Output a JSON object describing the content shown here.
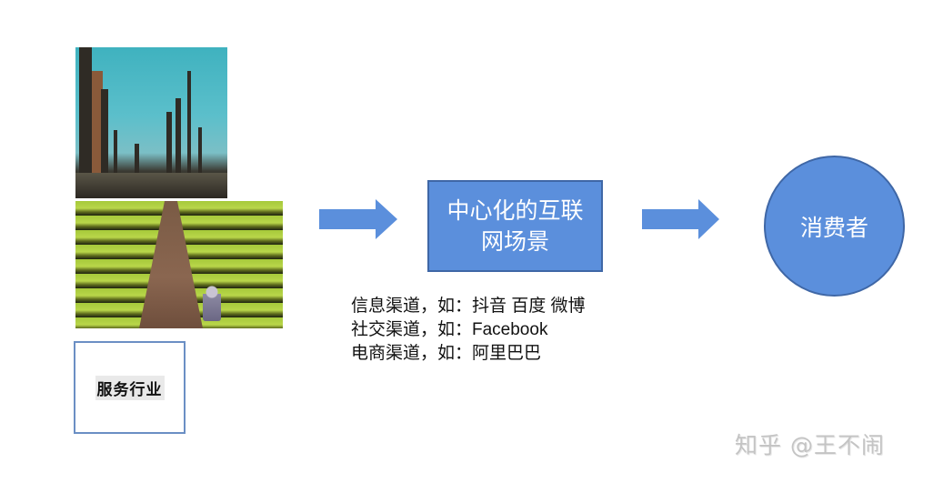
{
  "diagram": {
    "sources": {
      "industry_image": "refinery-photo",
      "agriculture_image": "greenhouse-farm-photo",
      "service_label": "服务行业"
    },
    "center": {
      "line1": "中心化的互联",
      "line2": "网场景"
    },
    "channels": [
      "信息渠道，如：抖音 百度 微博",
      "社交渠道，如：Facebook",
      "电商渠道，如：阿里巴巴"
    ],
    "consumer": {
      "label": "消费者"
    },
    "icons": {
      "arrow1": "right-arrow-icon",
      "arrow2": "right-arrow-icon"
    }
  },
  "colors": {
    "shape_fill": "#5b8fdc",
    "shape_border": "#3f67a6",
    "arrow_fill": "#5b8fdc",
    "service_border": "#6b8fc4",
    "watermark": "#c4c4c4"
  },
  "watermark": {
    "text": "知乎 @王不闹"
  }
}
